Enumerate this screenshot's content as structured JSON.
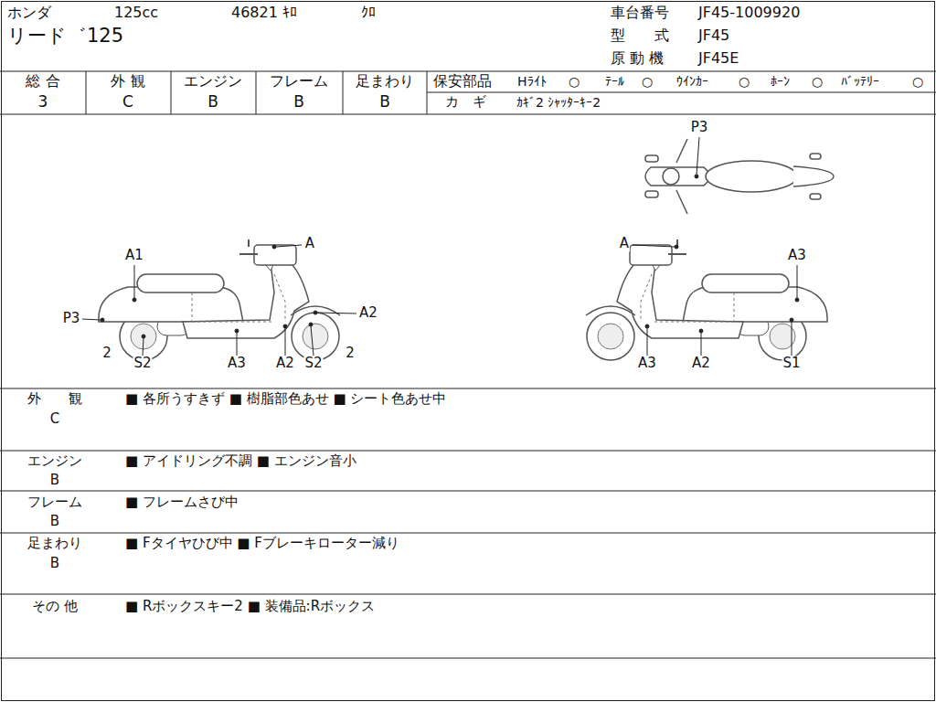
{
  "diagram": {
    "labels": [
      "ホンダ",
      "125cc",
      "46821 ｷﾛ",
      "ｸﾛ",
      "車台番号",
      "JF45-1009920",
      "リード゛125",
      "型　　式",
      "JF45",
      "原 動 機",
      "JF45E",
      "総 合",
      "3",
      "外 観",
      "C",
      "エンジン",
      "B",
      "フレーム",
      "B",
      "足まわり",
      "B",
      "保安部品",
      "Hﾗｲﾄ",
      "○",
      "ﾃｰﾙ",
      "○",
      "ｳｲﾝｶｰ",
      "○",
      "ﾎｰﾝ",
      "○",
      "ﾊﾞｯﾃﾘｰ",
      "○",
      "カ　ギ",
      "ｶｷﾞ2 ｼｬｯﾀｰｷｰ2",
      "P3",
      "A1",
      "A",
      "P3",
      "A2",
      "2",
      "S2",
      "A3",
      "A2",
      "S2",
      "2",
      "A",
      "A3",
      "A3",
      "A2",
      "S1",
      "外　　観",
      "C",
      "■ 各所うすきず ■ 樹脂部色あせ ■ シート色あせ中",
      "エンジン",
      "B",
      "■ アイドリング不調 ■ エンジン音小",
      "フレーム",
      "B",
      "■ フレームさび中",
      "足まわり",
      "B",
      "■ Fタイヤひび中 ■ Fブレーキローター減り",
      "その 他",
      "■ Rボックスキー2 ■ 装備品:Rボックス"
    ]
  }
}
